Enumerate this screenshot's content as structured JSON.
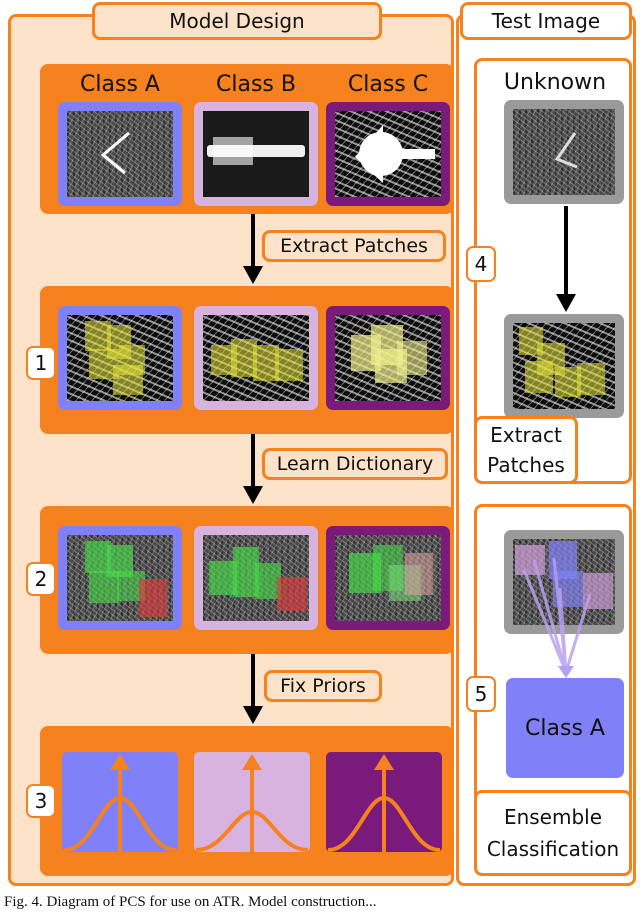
{
  "model_design": {
    "title": "Model Design",
    "classes": [
      "Class A",
      "Class B",
      "Class C"
    ],
    "class_colors": [
      "#8080f8",
      "#d9b3e0",
      "#7a1a7a"
    ],
    "steps": [
      {
        "number": "1",
        "arrow_label": "Extract Patches"
      },
      {
        "number": "2",
        "arrow_label": "Learn Dictionary"
      },
      {
        "number": "3",
        "arrow_label": "Fix Priors"
      }
    ]
  },
  "test_image": {
    "title": "Test Image",
    "unknown_label": "Unknown",
    "step4_number": "4",
    "step4_label_line1": "Extract",
    "step4_label_line2": "Patches",
    "step5_number": "5",
    "result_label": "Class A",
    "step5_label_line1": "Ensemble",
    "step5_label_line2": "Classification"
  },
  "caption": "Fig. 4.    Diagram of PCS for use on ATR. Model construction..."
}
